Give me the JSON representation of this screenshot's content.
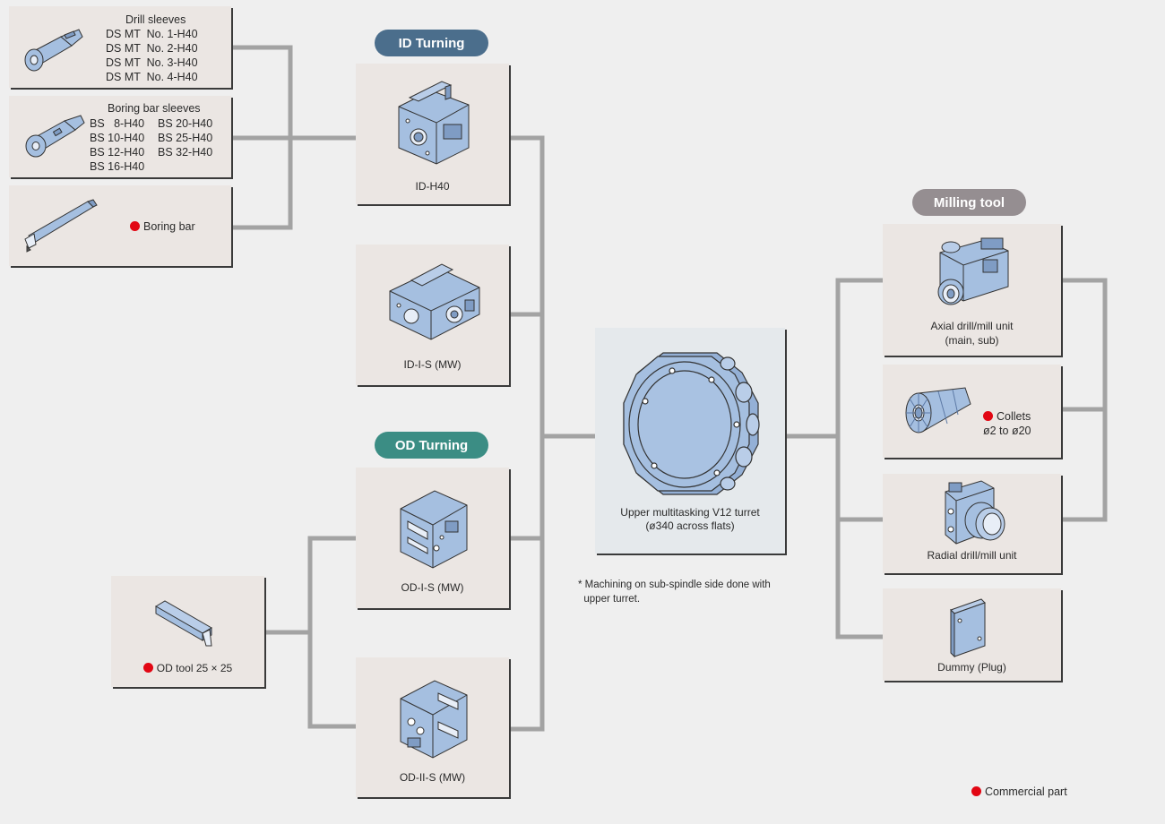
{
  "labels": {
    "id_turning": "ID Turning",
    "od_turning": "OD Turning",
    "milling_tool": "Milling tool"
  },
  "colors": {
    "id_pill": "#4b6e8c",
    "od_pill": "#3b8d84",
    "mill_pill": "#958e91",
    "connector": "#a3a3a3",
    "part_fill": "#a5bfe0",
    "commercial_dot": "#e20613"
  },
  "drill_sleeves": {
    "title": "Drill sleeves",
    "items": [
      "DS MT  No. 1-H40",
      "DS MT  No. 2-H40",
      "DS MT  No. 3-H40",
      "DS MT  No. 4-H40"
    ]
  },
  "boring_bar_sleeves": {
    "title": "Boring bar sleeves",
    "col1": [
      "BS   8-H40",
      "BS 10-H40",
      "BS 12-H40",
      "BS 16-H40"
    ],
    "col2": [
      "BS 20-H40",
      "BS 25-H40",
      "BS 32-H40"
    ]
  },
  "boring_bar": {
    "label": "Boring bar"
  },
  "id_h40": {
    "label": "ID-H40"
  },
  "id_i_s": {
    "label": "ID-I-S (MW)"
  },
  "od_i_s": {
    "label": "OD-I-S (MW)"
  },
  "od_ii_s": {
    "label": "OD-II-S (MW)"
  },
  "od_tool": {
    "label": "OD tool 25 × 25"
  },
  "turret": {
    "line1": "Upper multitasking V12 turret",
    "line2": "(ø340 across flats)"
  },
  "note": {
    "line1": "* Machining on sub-spindle side done with",
    "line2": "  upper turret."
  },
  "axial_unit": {
    "line1": "Axial drill/mill unit",
    "line2": "(main, sub)"
  },
  "collets": {
    "line1": "Collets",
    "line2": "ø2 to ø20"
  },
  "radial_unit": {
    "label": "Radial drill/mill unit"
  },
  "dummy": {
    "label": "Dummy (Plug)"
  },
  "legend": {
    "label": "Commercial part"
  }
}
